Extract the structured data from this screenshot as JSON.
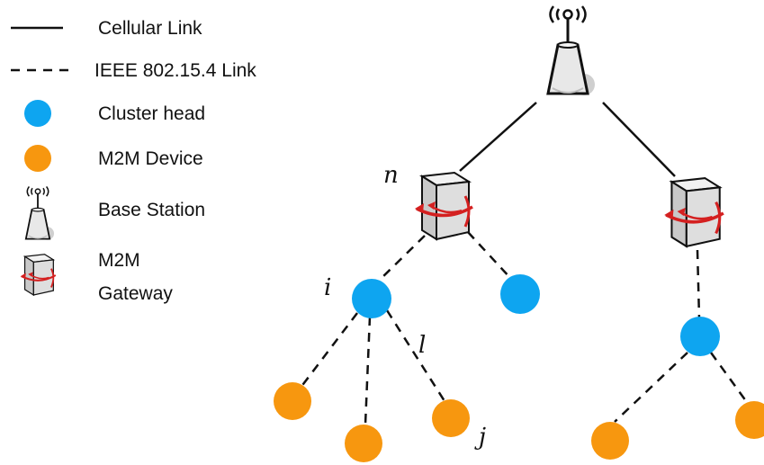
{
  "legend": {
    "cellular_link": "Cellular Link",
    "ieee_link": "IEEE 802.15.4 Link",
    "cluster_head": "Cluster head",
    "m2m_device": "M2M Device",
    "base_station": "Base Station",
    "gateway_line1": "M2M",
    "gateway_line2": "Gateway"
  },
  "labels": {
    "n": "n",
    "i": "i",
    "l": "l",
    "j": "j"
  },
  "colors": {
    "cluster_head": "#0ea5f0",
    "m2m_device": "#f7970f",
    "link": "#111111",
    "gateway_arrow": "#d42020",
    "gateway_body": "#d9d9d9"
  },
  "icons": [
    "base-station-icon",
    "m2m-gateway-icon"
  ]
}
